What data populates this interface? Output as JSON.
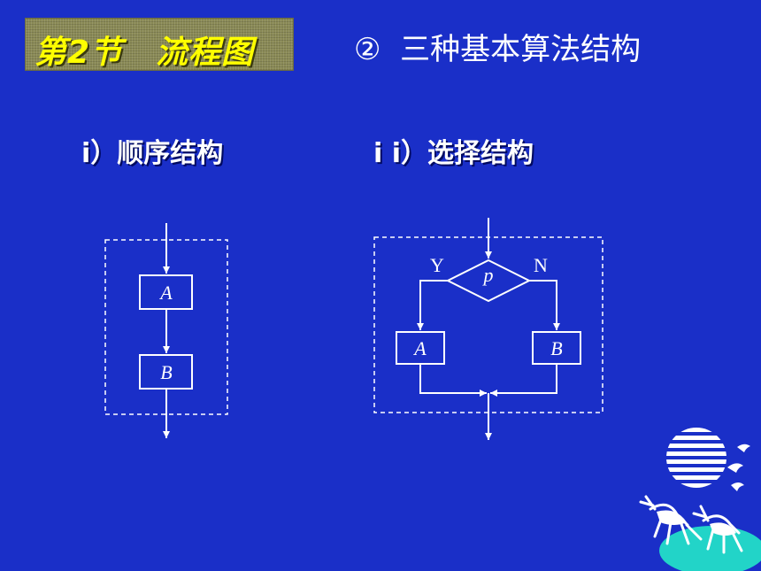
{
  "header": {
    "title": "第2节　流程图",
    "subtitle": "②  三种基本算法结构"
  },
  "sections": {
    "sequence": {
      "label": "i）顺序结构",
      "box_a": "A",
      "box_b": "B"
    },
    "selection": {
      "label": "i i）选择结构",
      "condition": "p",
      "yes": "Y",
      "no": "N",
      "box_a": "A",
      "box_b": "B"
    }
  },
  "colors": {
    "background": "#1a2fc8",
    "title_bg": "#8a8a56",
    "title_text": "#ffff00",
    "line": "#ffffff"
  },
  "icons": [
    "deer-moon-logo-icon"
  ]
}
